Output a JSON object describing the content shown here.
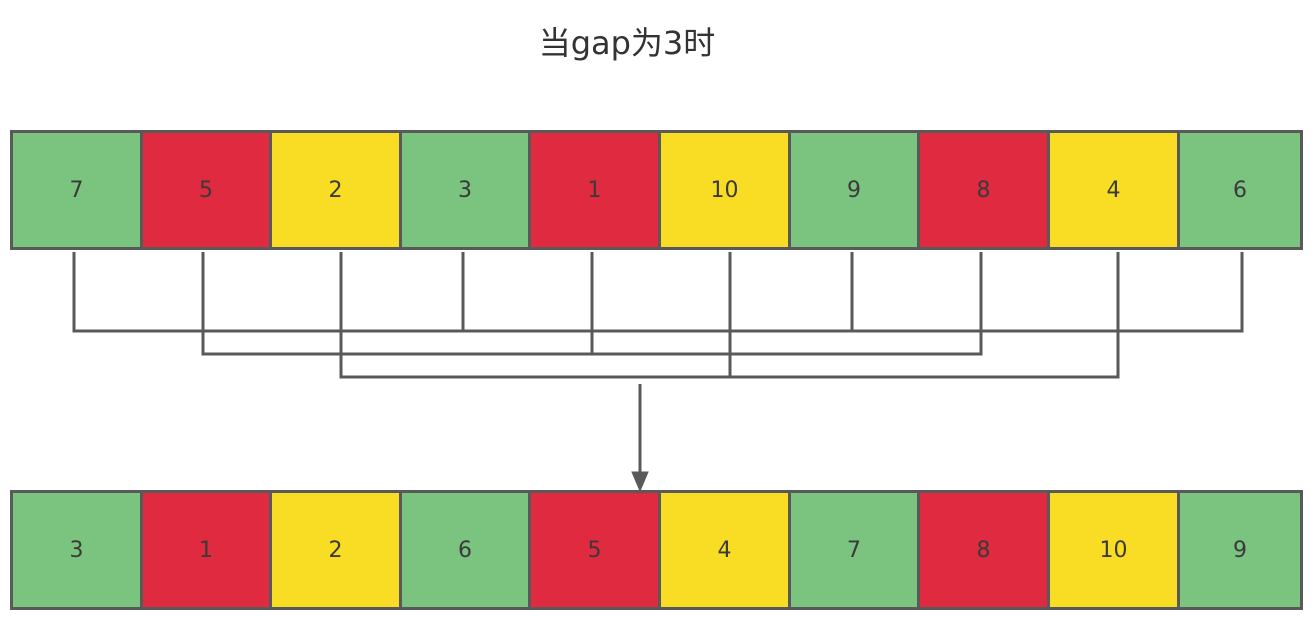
{
  "title": "当gap为3时",
  "colors": {
    "green": "#7bc47f",
    "red": "#e02a3f",
    "yellow": "#f9dc24",
    "border": "#595959",
    "line": "#595959"
  },
  "before": [
    {
      "value": "7",
      "color": "green"
    },
    {
      "value": "5",
      "color": "red"
    },
    {
      "value": "2",
      "color": "yellow"
    },
    {
      "value": "3",
      "color": "green"
    },
    {
      "value": "1",
      "color": "red"
    },
    {
      "value": "10",
      "color": "yellow"
    },
    {
      "value": "9",
      "color": "green"
    },
    {
      "value": "8",
      "color": "red"
    },
    {
      "value": "4",
      "color": "yellow"
    },
    {
      "value": "6",
      "color": "green"
    }
  ],
  "after": [
    {
      "value": "3",
      "color": "green"
    },
    {
      "value": "1",
      "color": "red"
    },
    {
      "value": "2",
      "color": "yellow"
    },
    {
      "value": "6",
      "color": "green"
    },
    {
      "value": "5",
      "color": "red"
    },
    {
      "value": "4",
      "color": "yellow"
    },
    {
      "value": "7",
      "color": "green"
    },
    {
      "value": "8",
      "color": "red"
    },
    {
      "value": "10",
      "color": "yellow"
    },
    {
      "value": "9",
      "color": "green"
    }
  ]
}
